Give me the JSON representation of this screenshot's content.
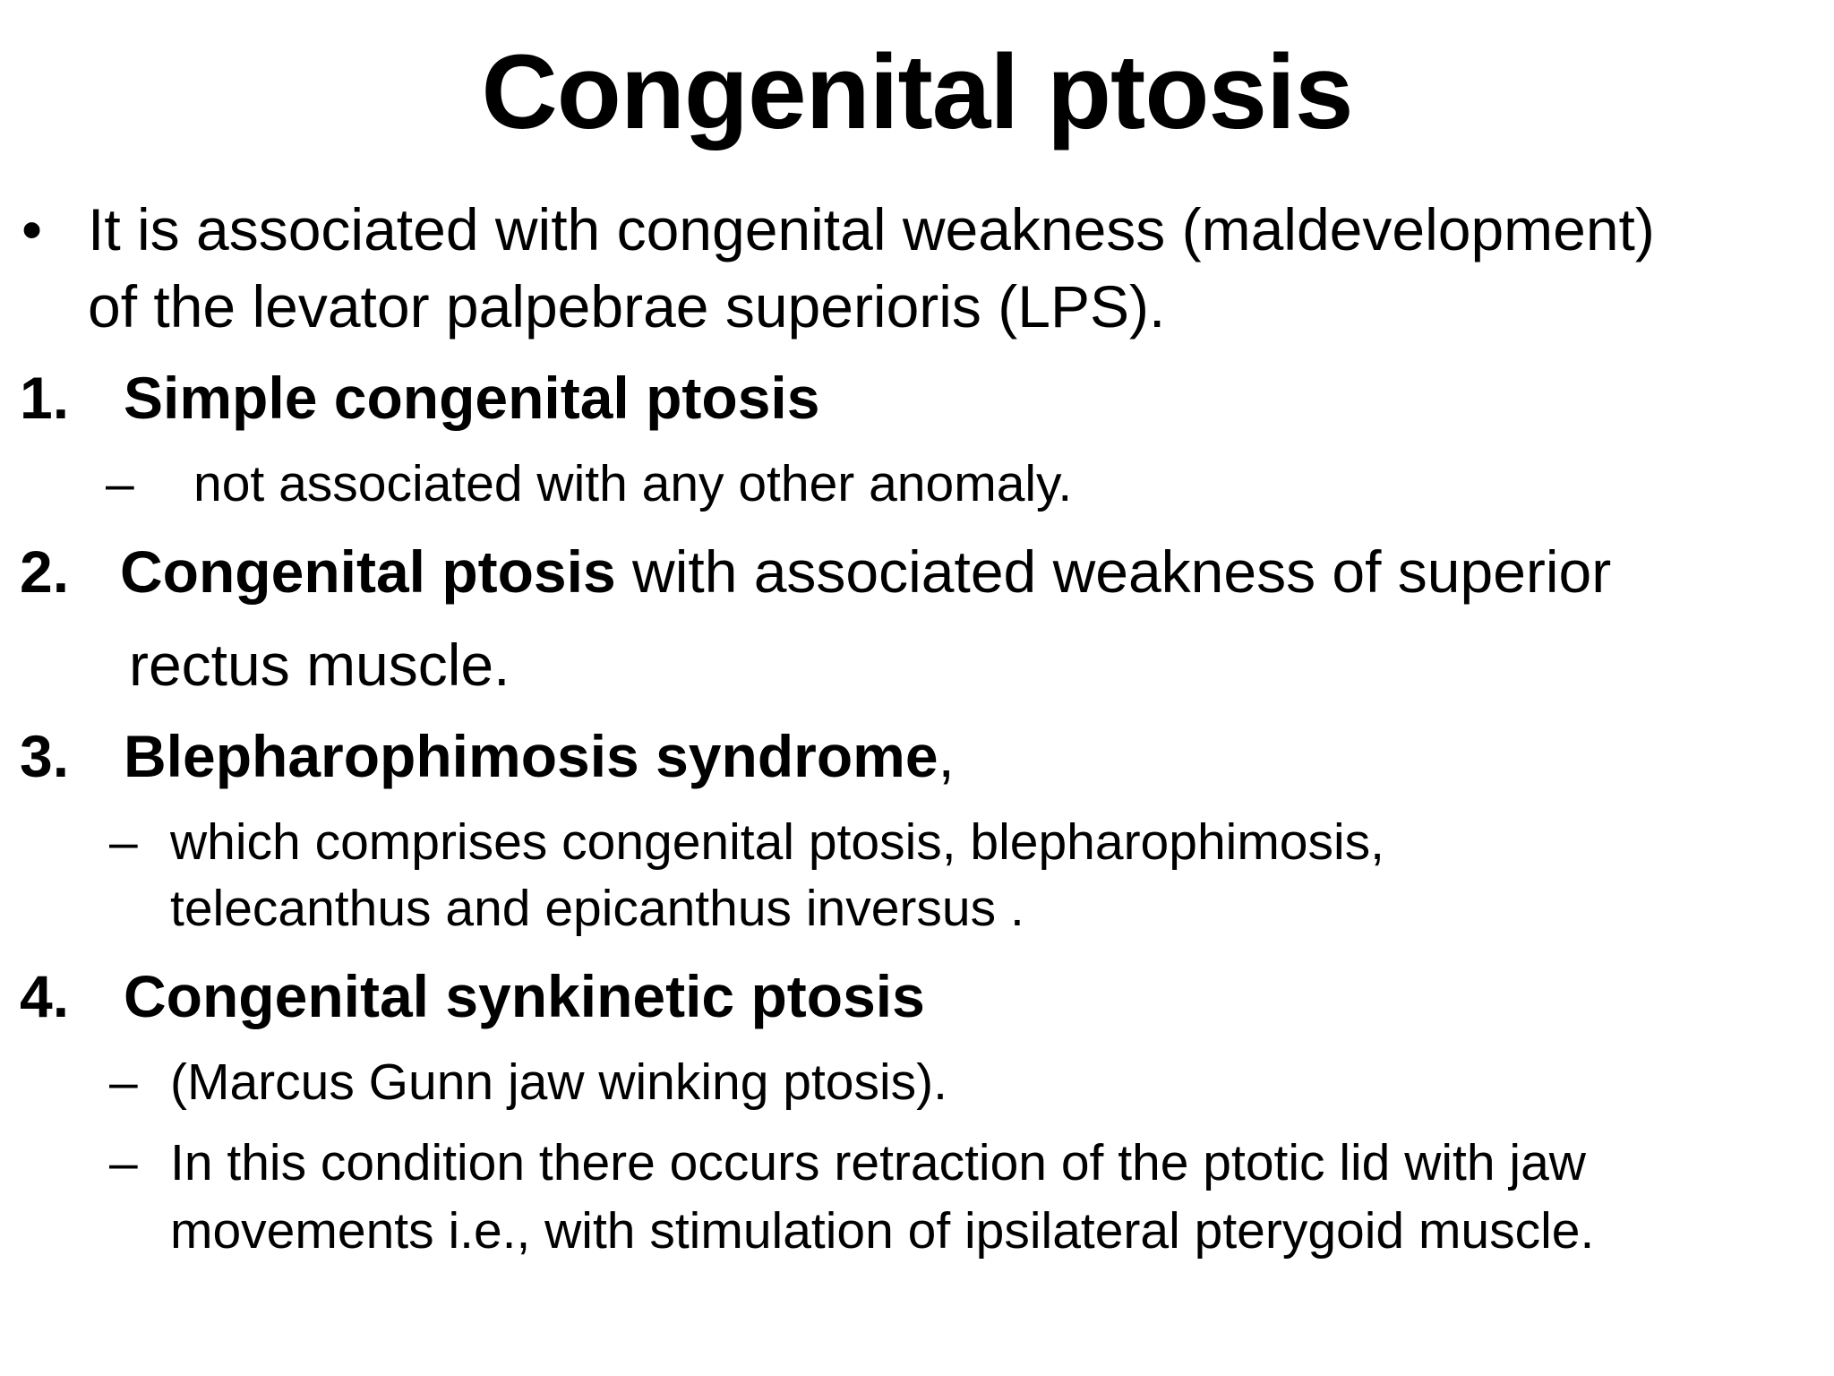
{
  "slide": {
    "title": "Congenital ptosis",
    "intro": {
      "bullet": "•",
      "line1": "It is associated with congenital weakness (maldevelopment)",
      "line2": "of the levator palpebrae superioris (LPS)."
    },
    "items": [
      {
        "number": "1.",
        "heading": "Simple congenital ptosis",
        "subs": [
          {
            "dash": "–",
            "lines": [
              "not associated with any other  anomaly."
            ]
          }
        ]
      },
      {
        "number": "2.",
        "heading": "Congenital ptosis",
        "heading_rest": " with associated weakness of superior",
        "heading_line2": "rectus muscle."
      },
      {
        "number": "3.",
        "heading": "Blepharophimosis syndrome",
        "heading_rest": ",",
        "subs": [
          {
            "dash": "–",
            "lines": [
              "which comprises congenital ptosis, blepharophimosis,",
              "telecanthus and epicanthus inversus ."
            ]
          }
        ]
      },
      {
        "number": "4.",
        "heading": "Congenital synkinetic ptosis",
        "subs": [
          {
            "dash": "–",
            "lines": [
              "(Marcus Gunn jaw winking ptosis)."
            ]
          },
          {
            "dash": "–",
            "lines": [
              "In this condition there occurs retraction of the ptotic lid with jaw",
              "movements i.e., with stimulation of ipsilateral  pterygoid  muscle."
            ]
          }
        ]
      }
    ]
  }
}
